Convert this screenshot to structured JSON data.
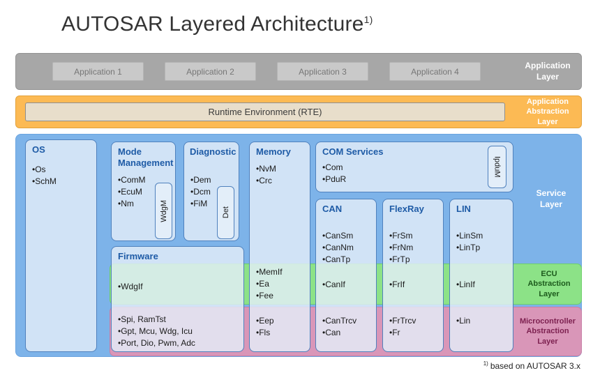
{
  "page": {
    "title": "AUTOSAR Layered Architecture",
    "title_sup": "1)",
    "footnote_sup": "1)",
    "footnote_text": "based on AUTOSAR 3.x"
  },
  "layers": {
    "application": {
      "label": "Application\nLayer",
      "apps": [
        "Application 1",
        "Application 2",
        "Application 3",
        "Application 4"
      ]
    },
    "rte": {
      "label": "Application\nAbstraction\nLayer",
      "box": "Runtime Environment (RTE)"
    },
    "service": {
      "label": "Service\nLayer"
    },
    "ecu": {
      "label": "ECU\nAbstraction\nLayer"
    },
    "mcal": {
      "label": "Microcontroller\nAbstraction\nLayer"
    }
  },
  "boxes": {
    "os": {
      "title": "OS",
      "items": [
        "Os",
        "SchM"
      ]
    },
    "mode": {
      "title": "Mode Management",
      "items": [
        "ComM",
        "EcuM",
        "Nm"
      ],
      "vertical": "WdgM"
    },
    "diagnostic": {
      "title": "Diagnostic",
      "items": [
        "Dem",
        "Dcm",
        "FiM"
      ],
      "vertical": "Det"
    },
    "memory": {
      "title": "Memory",
      "service_items": [
        "NvM",
        "Crc"
      ],
      "ecu_items": [
        "MemIf",
        "Ea",
        "Fee"
      ],
      "mcal_items": [
        "Eep",
        "Fls"
      ]
    },
    "com": {
      "title": "COM Services",
      "items": [
        "Com",
        "PduR"
      ],
      "vertical": "IpduM"
    },
    "can": {
      "title": "CAN",
      "service_items": [
        "CanSm",
        "CanNm",
        "CanTp"
      ],
      "ecu_items": [
        "CanIf"
      ],
      "mcal_items": [
        "CanTrcv",
        "Can"
      ]
    },
    "flexray": {
      "title": "FlexRay",
      "service_items": [
        "FrSm",
        "FrNm",
        "FrTp"
      ],
      "ecu_items": [
        "FrIf"
      ],
      "mcal_items": [
        "FrTrcv",
        "Fr"
      ]
    },
    "lin": {
      "title": "LIN",
      "service_items": [
        "LinSm",
        "LinTp"
      ],
      "ecu_items": [
        "LinIf"
      ],
      "mcal_items": [
        "Lin"
      ]
    },
    "firmware": {
      "title": "Firmware",
      "ecu_items": [
        "WdgIf"
      ],
      "mcal_items": [
        "Spi, RamTst",
        "Gpt, Mcu, Wdg, Icu",
        "Port, Dio, Pwm, Adc"
      ]
    }
  },
  "colors": {
    "application_band": "#a7a7a7",
    "rte_band": "#fcba54",
    "rte_box": "#e8decb",
    "service_band": "#7db3e9",
    "ecu_band": "#8ce287",
    "mcal_band": "#d996b8",
    "box_border": "#4f81bd",
    "box_title": "#1e5ba6"
  }
}
